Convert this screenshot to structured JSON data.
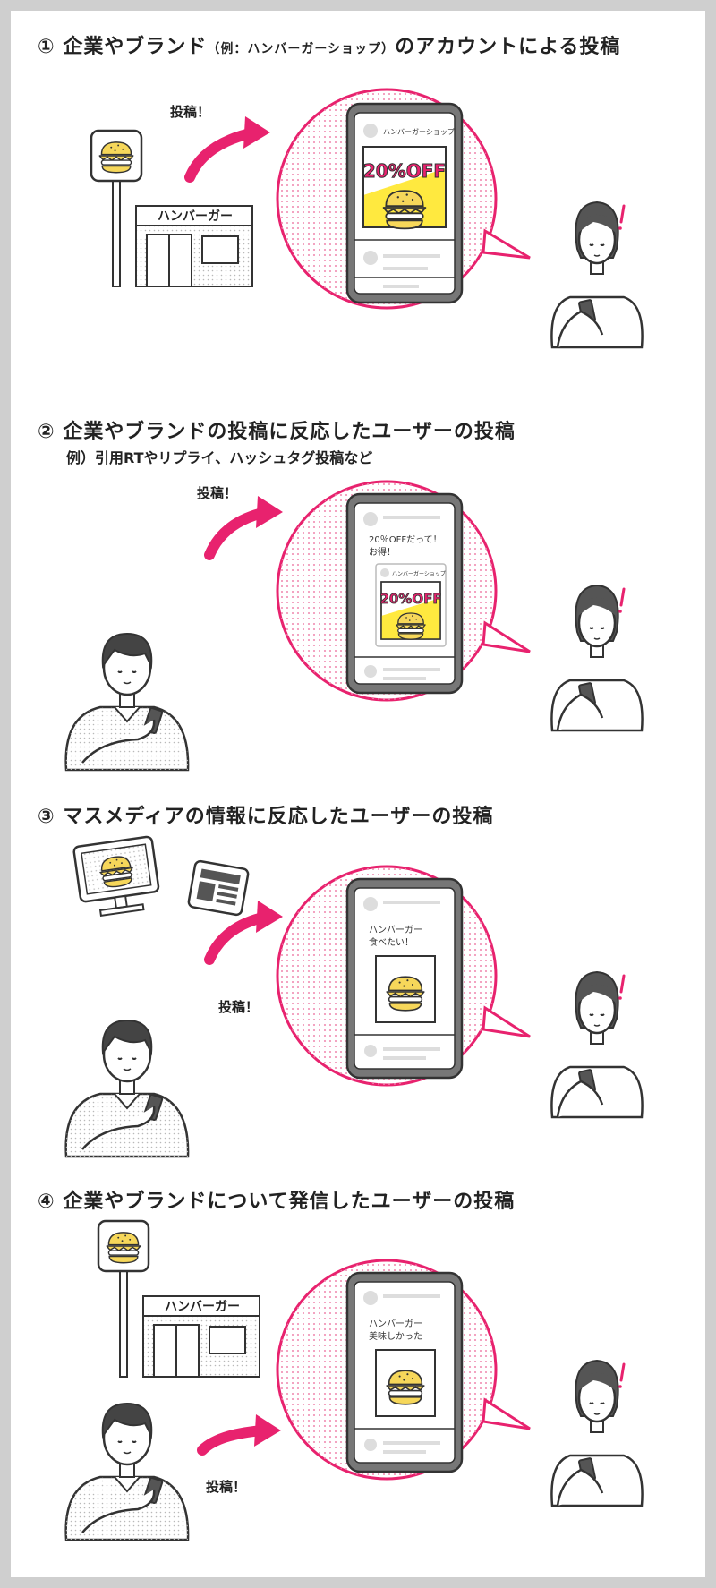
{
  "panels": [
    {
      "num": "①",
      "title_a": "企業やブランド",
      "title_paren": "（例：ハンバーガーショップ）",
      "title_b": "のアカウントによる投稿",
      "post_label": "投稿！",
      "shop_sign": "ハンバーガー",
      "phone_account": "ハンバーガーショップ",
      "phone_discount": "20%OFF"
    },
    {
      "num": "②",
      "title": "企業やブランドの投稿に反応したユーザーの投稿",
      "subtitle": "例）引用RTやリプライ、ハッシュタグ投稿など",
      "post_label": "投稿！",
      "phone_text_1": "20％OFFだって！",
      "phone_text_2": "お得！",
      "phone_account": "ハンバーガーショップ",
      "phone_discount": "20%OFF"
    },
    {
      "num": "③",
      "title": "マスメディアの情報に反応したユーザーの投稿",
      "post_label": "投稿！",
      "phone_text_1": "ハンバーガー",
      "phone_text_2": "食べたい！"
    },
    {
      "num": "④",
      "title": "企業やブランドについて発信したユーザーの投稿",
      "post_label": "投稿！",
      "shop_sign": "ハンバーガー",
      "phone_text_1": "ハンバーガー",
      "phone_text_2": "美味しかった"
    }
  ],
  "colors": {
    "accent": "#e8226e",
    "highlight": "#ffe93f",
    "burger": "#f6d75a",
    "outline": "#333333"
  }
}
